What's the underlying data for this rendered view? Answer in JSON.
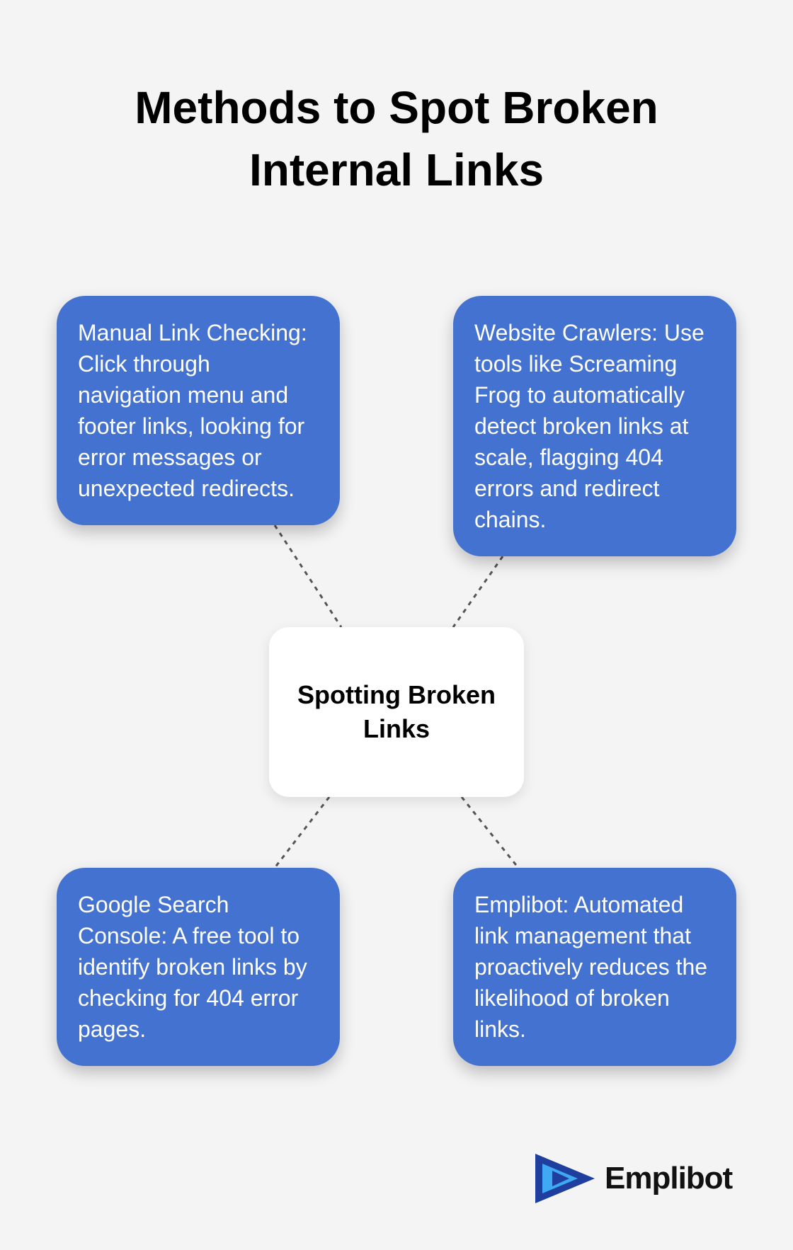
{
  "title": "Methods to Spot Broken Internal Links",
  "center": {
    "label": "Spotting Broken Links"
  },
  "methods": [
    {
      "text": "Manual Link Checking: Click through navigation menu and footer links, looking for error messages or unexpected redirects."
    },
    {
      "text": "Website Crawlers: Use tools like Screaming Frog to automatically detect broken links at scale, flagging 404 errors and redirect chains."
    },
    {
      "text": "Google Search Console: A free tool to identify broken links by checking for 404 error pages."
    },
    {
      "text": "Emplibot: Automated link management that proactively reduces the likelihood of broken links."
    }
  ],
  "brand": {
    "name": "Emplibot",
    "logo_icon": "play-arrow-logo-icon"
  },
  "colors": {
    "background": "#f4f4f4",
    "box_fill": "#4472d0",
    "center_fill": "#ffffff",
    "connector": "#555555",
    "logo_dark_blue": "#1f3f9e",
    "logo_light_blue": "#3fa9f5"
  }
}
